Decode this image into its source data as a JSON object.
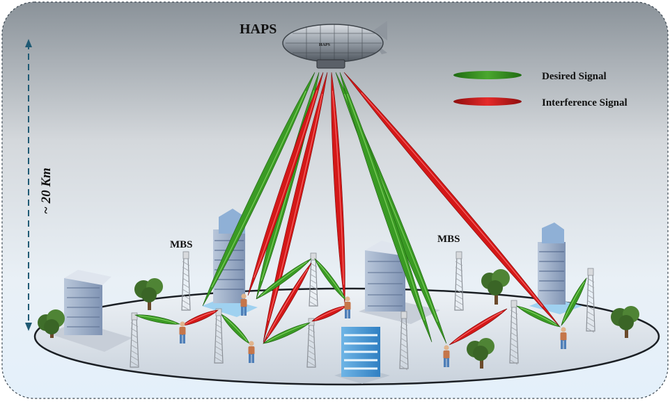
{
  "diagram": {
    "platform_label": "HAPS",
    "airship_body_text": "HAPS",
    "altitude_label": "~ 20 Km",
    "station_label_left": "MBS",
    "station_label_right": "MBS"
  },
  "legend": {
    "items": [
      {
        "label": "Desired Signal",
        "color": "#2e8b1e"
      },
      {
        "label": "Interference Signal",
        "color": "#d11515"
      }
    ]
  },
  "colors": {
    "background_top": "#8c949b",
    "background_bottom": "#e6f1fb",
    "ground": "#d6dde6",
    "desired_beam": "#2e8b1e",
    "interference_beam": "#d11515",
    "altitude_arrow": "#1f5a74"
  },
  "icons": [
    "airship-icon",
    "tower-icon",
    "building-icon",
    "tree-icon",
    "user-icon"
  ]
}
